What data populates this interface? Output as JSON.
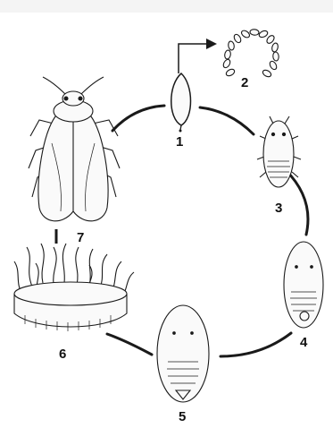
{
  "stages": [
    {
      "id": "egg",
      "label": "1"
    },
    {
      "id": "egg-cluster",
      "label": "2"
    },
    {
      "id": "crawler",
      "label": "3"
    },
    {
      "id": "second-instar",
      "label": "4"
    },
    {
      "id": "third-instar",
      "label": "5"
    },
    {
      "id": "pupa-with-wax-filaments",
      "label": "6"
    },
    {
      "id": "adult",
      "label": "7"
    }
  ],
  "colors": {
    "line": "#1a1a1a",
    "fill": "#fafafa",
    "background": "#ffffff"
  }
}
